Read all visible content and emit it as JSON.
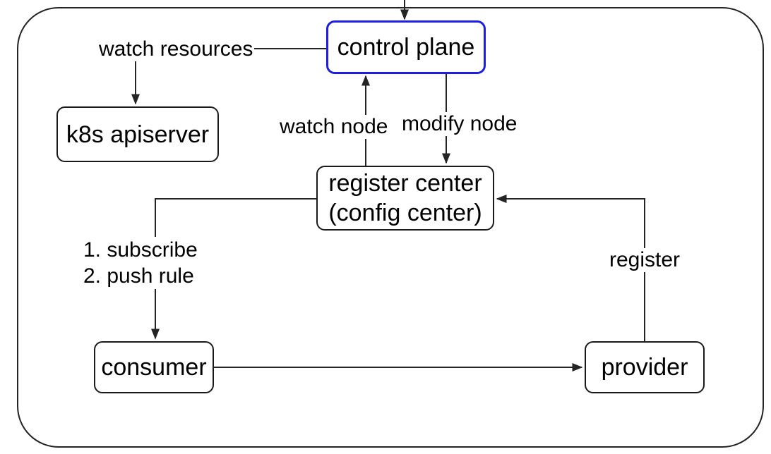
{
  "diagram": {
    "nodes": {
      "control_plane": {
        "label": "control plane"
      },
      "k8s_apiserver": {
        "label": "k8s apiserver"
      },
      "register_center": {
        "label_line1": "register center",
        "label_line2": "(config center)"
      },
      "consumer": {
        "label": "consumer"
      },
      "provider": {
        "label": "provider"
      }
    },
    "edge_labels": {
      "watch_resources": "watch resources",
      "watch_node": "watch node",
      "modify_node": "modify node",
      "subscribe_line1": "1. subscribe",
      "subscribe_line2": "2. push rule",
      "register": "register"
    },
    "colors": {
      "edge_stroke": "#242424",
      "node_border": "#1a1a1a",
      "highlight_border": "#1e1ee0",
      "background": "#ffffff",
      "text": "#000000"
    }
  }
}
